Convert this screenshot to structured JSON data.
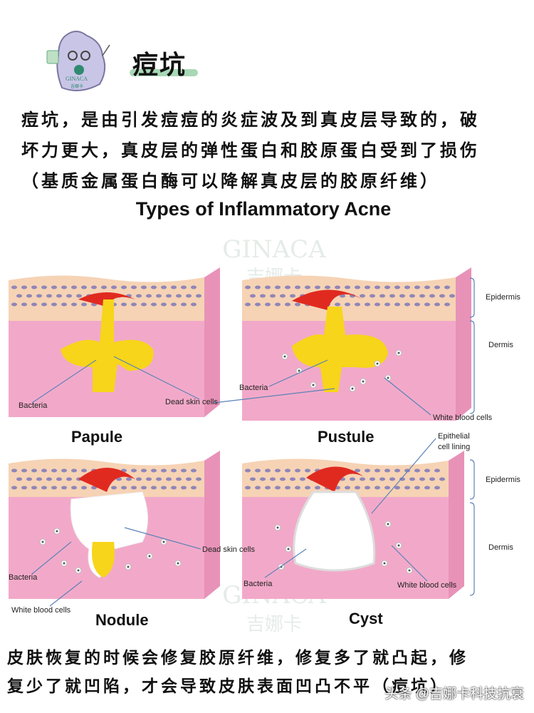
{
  "header": {
    "logo_text": "GINACA",
    "logo_subtext": "吉娜卡",
    "title": "痘坑"
  },
  "intro": [
    "痘坑，是由引发痘痘的炎症波及到真皮层导致的，破",
    "坏力更大，真皮层的弹性蛋白和胶原蛋白受到了损伤",
    "（基质金属蛋白酶可以降解真皮层的胶原纤维）"
  ],
  "diagram": {
    "title": "Types of Inflammatory Acne",
    "watermark": "GINACA",
    "watermark_cn": "吉娜卡",
    "layers": {
      "epidermis": "Epidermis",
      "dermis": "Dermis"
    },
    "panels": [
      {
        "name": "Papule",
        "labels": [
          "Bacteria",
          "Dead skin cells"
        ]
      },
      {
        "name": "Pustule",
        "labels": [
          "Bacteria",
          "White blood cells"
        ]
      },
      {
        "name": "Nodule",
        "labels": [
          "Bacteria",
          "White blood cells",
          "Dead skin cells"
        ]
      },
      {
        "name": "Cyst",
        "labels": [
          "Epithelial",
          "cell lining",
          "Bacteria",
          "White blood cells"
        ]
      }
    ],
    "colors": {
      "epidermis": "#f6d3b5",
      "dermis": "#f2a9c9",
      "inflammation": "#e02a20",
      "pus": "#f7d51a"
    }
  },
  "footer": [
    "皮肤恢复的时候会修复胶原纤维，修复多了就凸起，修",
    "复少了就凹陷，才会导致皮肤表面凹凸不平（痘坑）"
  ],
  "source_watermark": "头条 @吉娜卡科技抗衰"
}
